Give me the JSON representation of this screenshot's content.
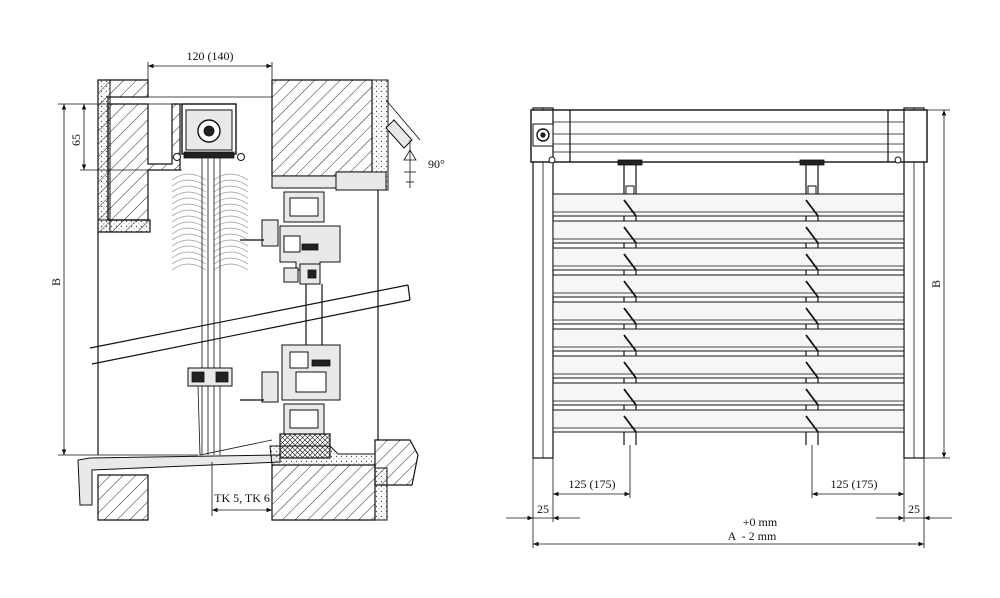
{
  "diagram": {
    "section_view": {
      "top_dimension": "120 (140)",
      "box_height_dimension": "65",
      "height_dimension": "B",
      "tilt_angle": "90°",
      "bottom_dimension": "TK 5, TK 6"
    },
    "front_view": {
      "height_dimension": "B",
      "left_edge_dimension": "25",
      "right_edge_dimension": "25",
      "left_guide_dimension": "125 (175)",
      "right_guide_dimension": "125 (175)",
      "width_tolerance_upper": "+0 mm",
      "width_tolerance_lower": "A  - 2 mm"
    }
  }
}
